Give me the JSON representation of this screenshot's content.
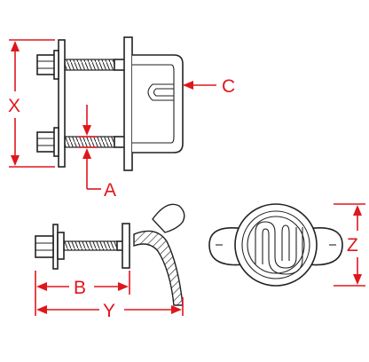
{
  "dimensions": {
    "x": "X",
    "c": "C",
    "a": "A",
    "b": "B",
    "y": "Y",
    "z": "Z"
  },
  "colors": {
    "dimension": "#e0161d",
    "outline": "#222222"
  }
}
